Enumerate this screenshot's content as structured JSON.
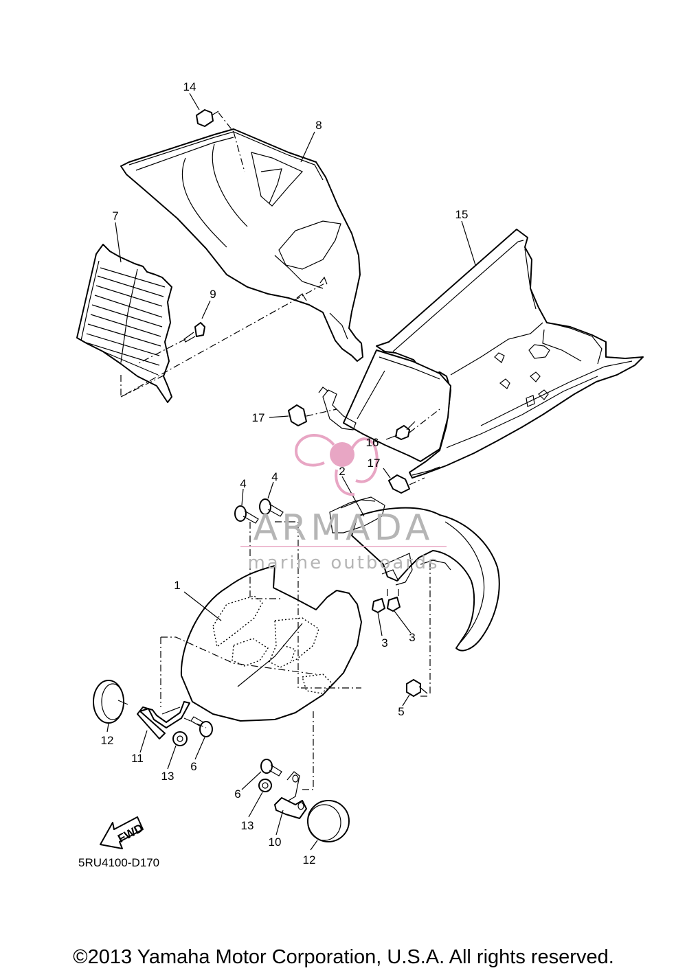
{
  "drawing_code": "5RU4100-D170",
  "copyright": "©2013 Yamaha Motor Corporation, U.S.A. All rights reserved.",
  "direction_arrow_label": "FWD",
  "watermark": {
    "name": "ARMADA",
    "tagline": "marine outboards",
    "accent_color": "#e8a6c4"
  },
  "callouts": {
    "c1": "1",
    "c2": "2",
    "c3a": "3",
    "c3b": "3",
    "c4a": "4",
    "c4b": "4",
    "c5": "5",
    "c6a": "6",
    "c6b": "6",
    "c7": "7",
    "c8": "8",
    "c9": "9",
    "c10": "10",
    "c11": "11",
    "c12a": "12",
    "c12b": "12",
    "c13a": "13",
    "c13b": "13",
    "c14": "14",
    "c15": "15",
    "c16": "16",
    "c17a": "17",
    "c17b": "17"
  }
}
